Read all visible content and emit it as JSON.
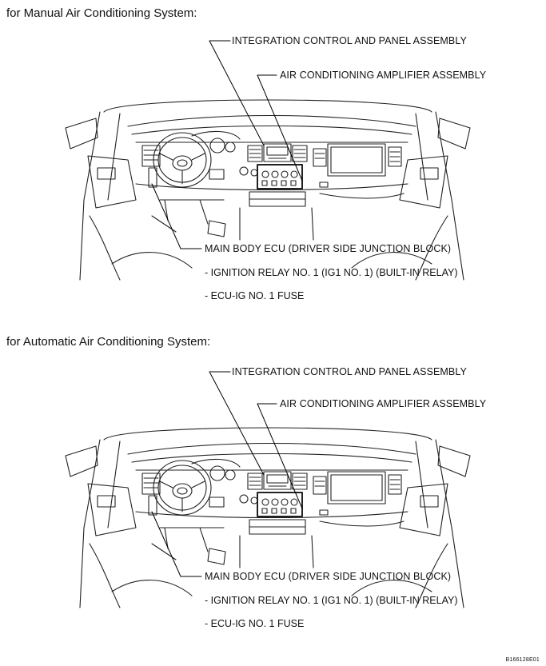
{
  "sections": [
    {
      "heading": "for Manual Air Conditioning System:",
      "callouts": {
        "integration": "INTEGRATION CONTROL AND PANEL ASSEMBLY",
        "amplifier": "AIR CONDITIONING AMPLIFIER ASSEMBLY",
        "ecu": "MAIN BODY ECU (DRIVER SIDE JUNCTION BLOCK)",
        "relay": "- IGNITION RELAY NO. 1 (IG1 NO. 1) (BUILT-IN RELAY)",
        "fuse": "- ECU-IG NO. 1 FUSE"
      }
    },
    {
      "heading": "for Automatic Air Conditioning System:",
      "callouts": {
        "integration": "INTEGRATION CONTROL AND PANEL ASSEMBLY",
        "amplifier": "AIR CONDITIONING AMPLIFIER ASSEMBLY",
        "ecu": "MAIN BODY ECU (DRIVER SIDE JUNCTION BLOCK)",
        "relay": "- IGNITION RELAY NO. 1 (IG1 NO. 1) (BUILT-IN RELAY)",
        "fuse": "- ECU-IG NO. 1 FUSE"
      }
    }
  ],
  "figure_id": "B166128E01"
}
